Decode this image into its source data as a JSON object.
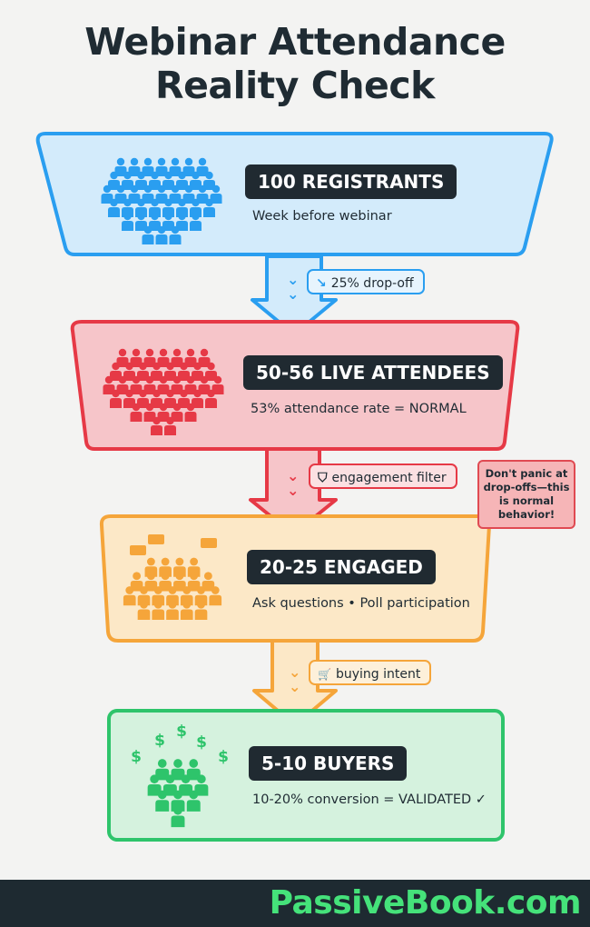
{
  "title": {
    "line1": "Webinar Attendance",
    "line2": "Reality Check"
  },
  "colors": {
    "blue": "#2a9ef0",
    "blue_fill": "#d3ebfb",
    "red": "#e63946",
    "red_fill": "#f6c5c9",
    "orange": "#f5a53a",
    "orange_fill": "#fce8c7",
    "green": "#2ec46b",
    "green_fill": "#d5f2de",
    "dark": "#202a31",
    "brand_green": "#45e27a"
  },
  "stages": [
    {
      "count": "100 REGISTRANTS",
      "desc": "Week before webinar",
      "icon": "crowd-icon"
    },
    {
      "count": "50-56 LIVE ATTENDEES",
      "desc": "53% attendance rate = NORMAL",
      "icon": "crowd-icon"
    },
    {
      "count": "20-25 ENGAGED",
      "desc": "Ask questions • Poll participation",
      "icon": "chat-crowd-icon"
    },
    {
      "count": "5-10 BUYERS",
      "desc": "10-20% conversion = VALIDATED ✓",
      "icon": "money-crowd-icon"
    }
  ],
  "transitions": [
    {
      "label": "25% drop-off",
      "icon": "↘"
    },
    {
      "label": "engagement filter",
      "icon": "⛉"
    },
    {
      "label": "buying intent",
      "icon": "🛒"
    }
  ],
  "note": "Don't panic at drop-offs—this is normal behavior!",
  "footer": {
    "brand": "PassiveBook.com"
  }
}
